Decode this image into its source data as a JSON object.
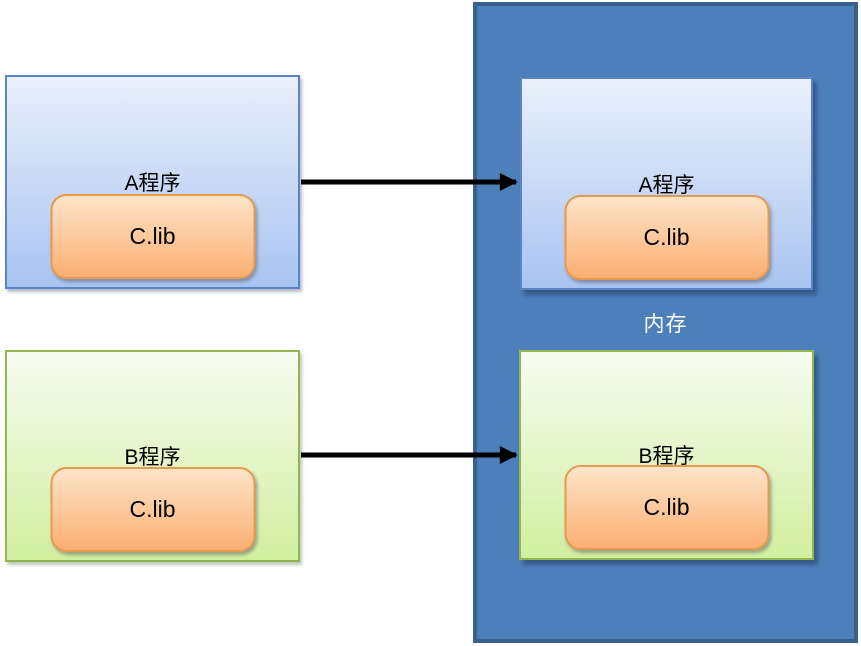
{
  "colors": {
    "memory_fill": "#4d80bb",
    "memory_border": "#3a618e",
    "memory_label_color": "#ffffff",
    "blue_box_top": "#eaf0fb",
    "blue_box_bottom": "#a9c4f1",
    "blue_box_border": "#5b84c8",
    "green_box_top": "#f7fcf2",
    "green_box_bottom": "#d2ef9f",
    "green_box_border": "#94b64e",
    "lib_fill_top": "#fde4c9",
    "lib_fill_bottom": "#fbaf72",
    "lib_border": "#e59a50",
    "label_color": "#000000",
    "arrow": "#000000"
  },
  "memory": {
    "label": "内存"
  },
  "programs": {
    "a_disk": {
      "label": "A程序",
      "lib_label": "C.lib"
    },
    "b_disk": {
      "label": "B程序",
      "lib_label": "C.lib"
    },
    "a_mem": {
      "label": "A程序",
      "lib_label": "C.lib"
    },
    "b_mem": {
      "label": "B程序",
      "lib_label": "C.lib"
    }
  },
  "arrows": [
    {
      "from": "a_disk",
      "to": "a_mem"
    },
    {
      "from": "b_disk",
      "to": "b_mem"
    }
  ]
}
